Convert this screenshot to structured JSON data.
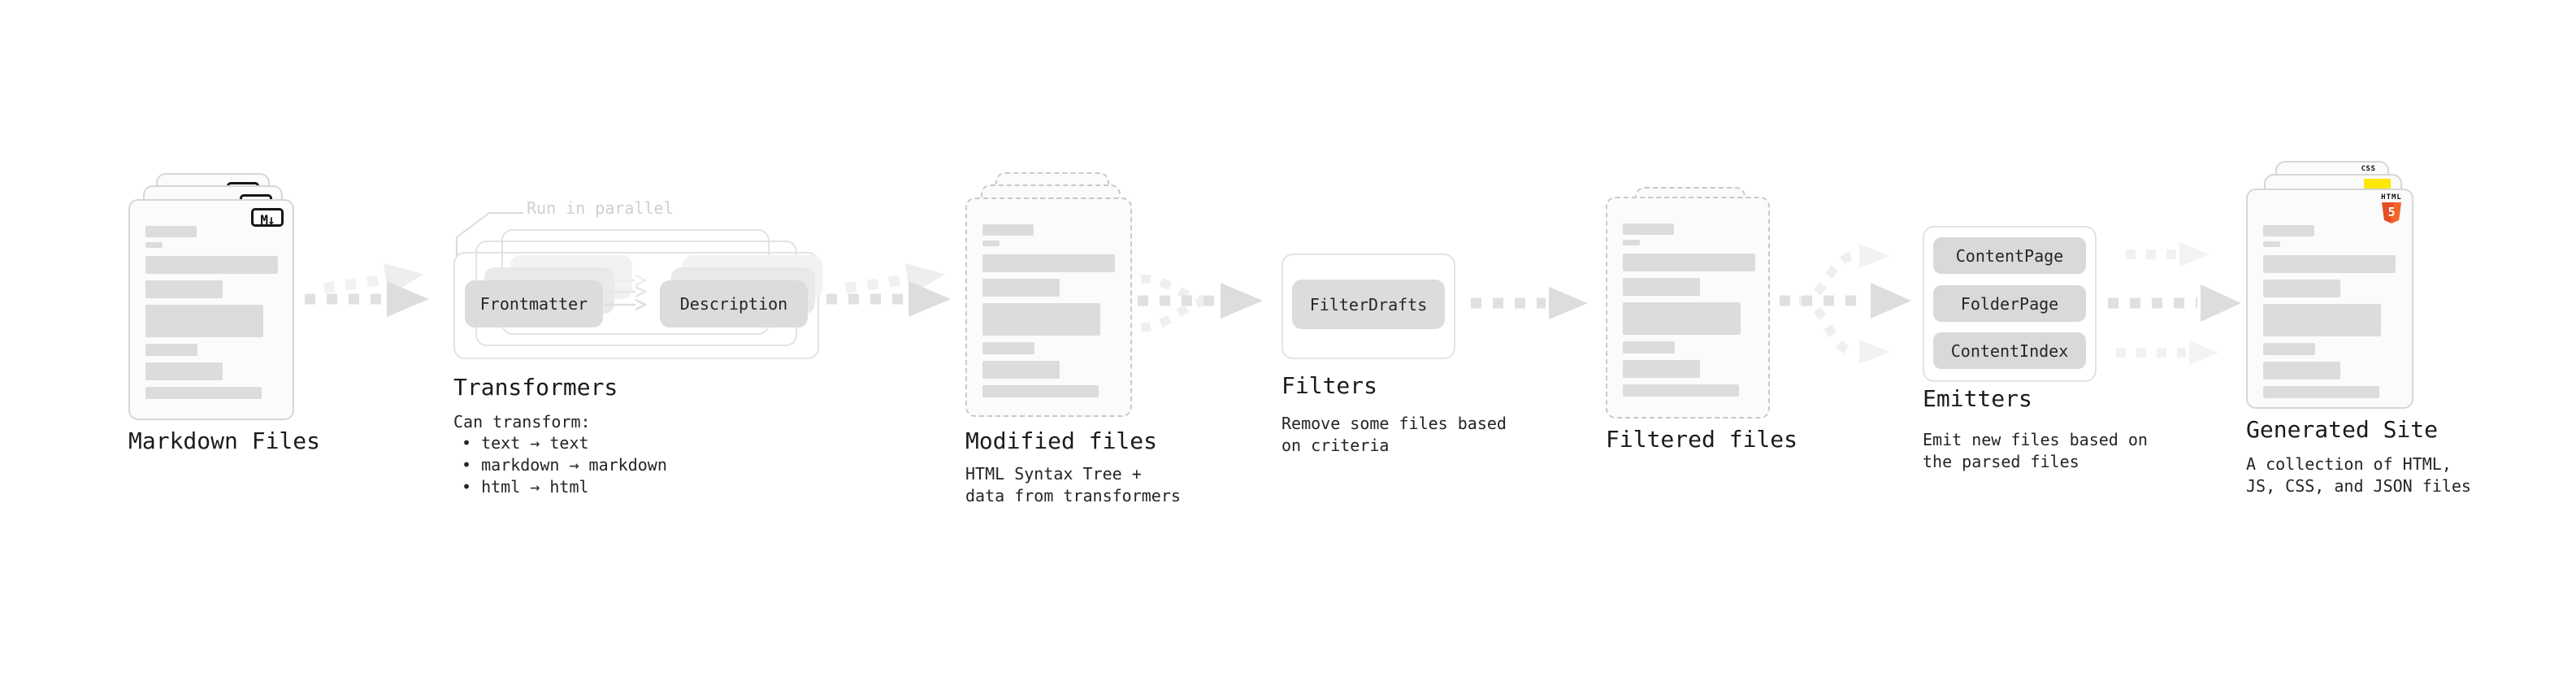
{
  "colors": {
    "node_fill": "#dcdcdc",
    "card_border": "#d6d6d6",
    "dashed_border": "#c9c9c9",
    "arrow_main": "#e0e0e0",
    "arrow_ghost": "#f1f1f1",
    "text_primary": "#1b1b1b",
    "annotation_gray": "#cfcfcf",
    "html5_orange": "#e44d26",
    "js_yellow": "#ffe70a",
    "css_blue": "#2f6be4"
  },
  "stages": {
    "markdown": {
      "heading": "Markdown Files",
      "badge": "M↓"
    },
    "transformers": {
      "annotation": "Run in parallel",
      "node_left": "Frontmatter",
      "node_right": "Description",
      "heading": "Transformers",
      "desc_intro": "Can transform:",
      "bullet_1": "• text → text",
      "bullet_2": "• markdown → markdown",
      "bullet_3": "• html → html"
    },
    "modified": {
      "heading": "Modified files",
      "desc_1": "HTML Syntax Tree +",
      "desc_2": "data from transformers"
    },
    "filters": {
      "node": "FilterDrafts",
      "heading": "Filters",
      "desc_1": "Remove some files based",
      "desc_2": "on criteria"
    },
    "filtered": {
      "heading": "Filtered files"
    },
    "emitters": {
      "node_1": "ContentPage",
      "node_2": "FolderPage",
      "node_3": "ContentIndex",
      "heading": "Emitters",
      "desc_1": "Emit new files based on",
      "desc_2": "the parsed files"
    },
    "generated": {
      "heading": "Generated Site",
      "desc_1": "A collection of HTML,",
      "desc_2": "JS, CSS, and JSON files",
      "badge_html_label": "HTML",
      "badge_html_number": "5",
      "badge_css_label": "CSS"
    }
  }
}
